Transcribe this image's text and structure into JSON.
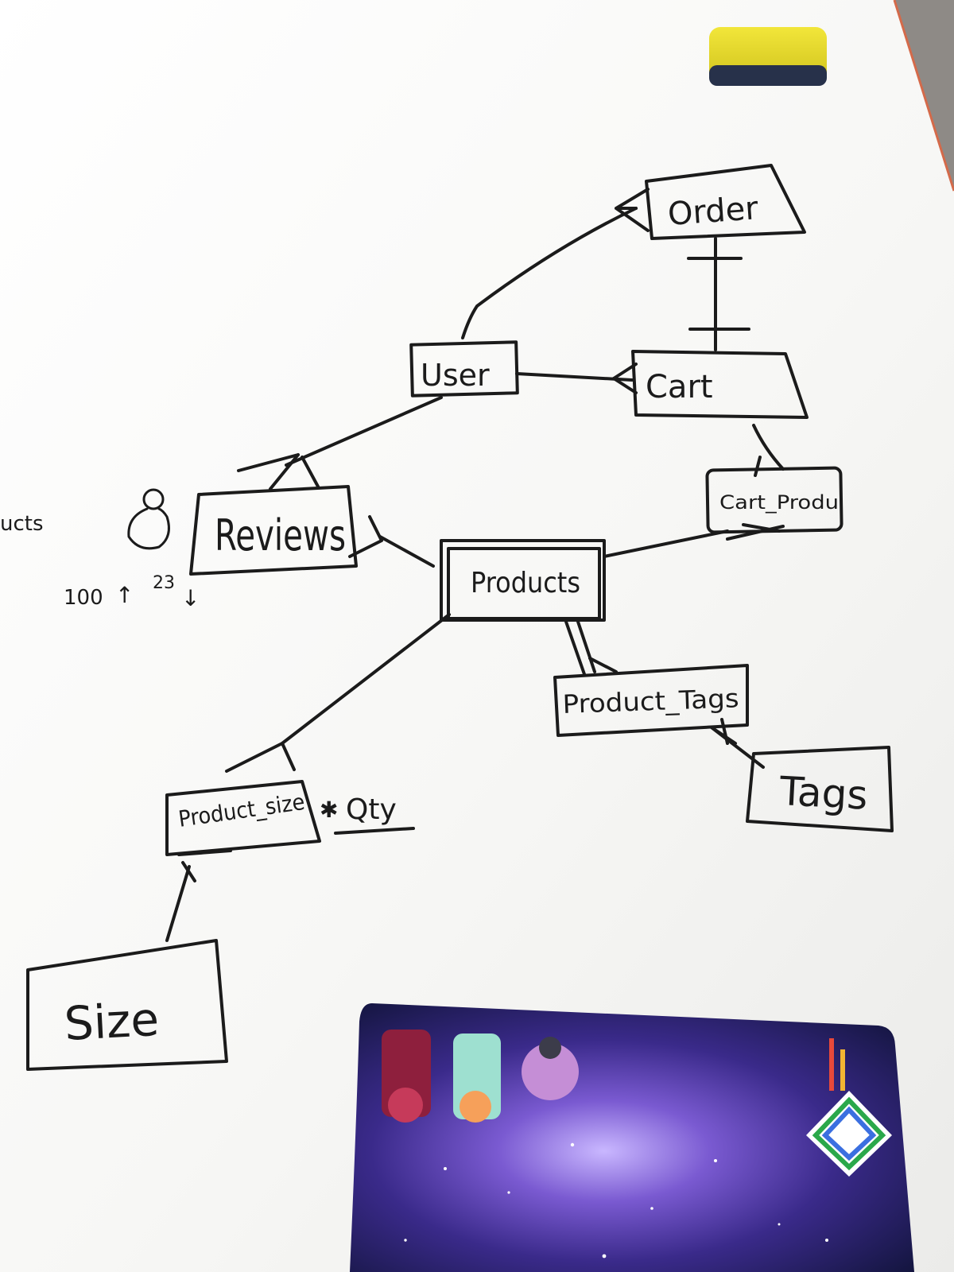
{
  "diagram": {
    "entities": {
      "order": "Order",
      "user": "User",
      "cart": "Cart",
      "cart_product": "Cart_Produ",
      "reviews": "Reviews",
      "products": "Products",
      "product_tags": "Product_Tags",
      "tags": "Tags",
      "product_size": "Product_size",
      "size": "Size"
    },
    "annotations": {
      "qty": "Qty",
      "votes_up": "100",
      "votes_down": "23",
      "cut_off_text": "ucts"
    },
    "relationships": [
      {
        "from": "Order",
        "to": "User"
      },
      {
        "from": "Order",
        "to": "Cart"
      },
      {
        "from": "User",
        "to": "Cart"
      },
      {
        "from": "User",
        "to": "Reviews"
      },
      {
        "from": "Cart",
        "to": "Cart_Produ"
      },
      {
        "from": "Cart_Produ",
        "to": "Products"
      },
      {
        "from": "Reviews",
        "to": "Products"
      },
      {
        "from": "Products",
        "to": "Product_Tags"
      },
      {
        "from": "Product_Tags",
        "to": "Tags"
      },
      {
        "from": "Products",
        "to": "Product_size"
      },
      {
        "from": "Product_size",
        "to": "Size"
      }
    ]
  },
  "colors": {
    "ink": "#1b1b1b",
    "whiteboard": "#f6f6f4",
    "eraser_felt": "#27314a",
    "eraser_pad": "#e8dc27"
  }
}
